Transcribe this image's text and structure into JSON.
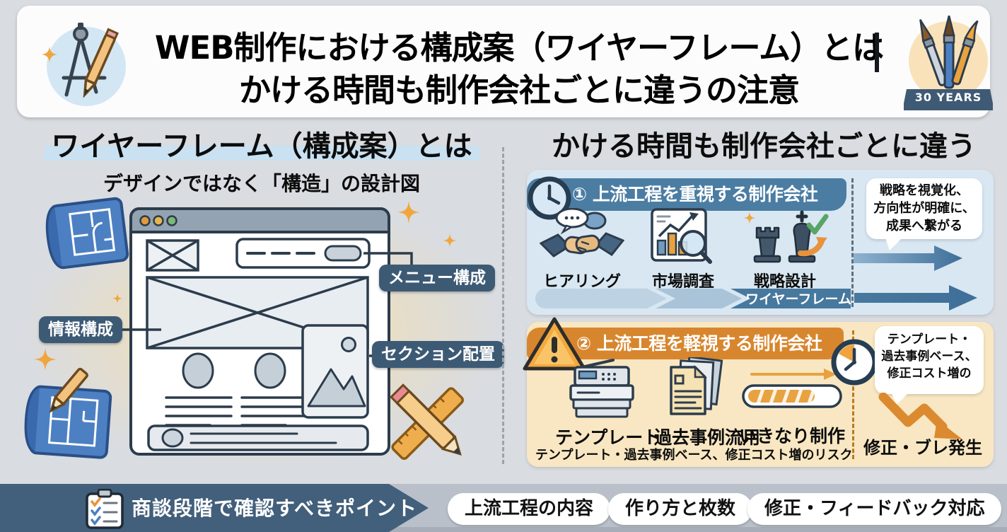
{
  "header": {
    "title_line1": "WEB制作における構成案（ワイヤーフレーム）とは",
    "title_line2": "かける時間も制作会社ごとに違うの注意",
    "badge": "30 YEARS"
  },
  "left_panel": {
    "heading": "ワイヤーフレーム（構成案）とは",
    "subheading": "デザインではなく「構造」の設計図",
    "callouts": {
      "info": "情報構成",
      "menu": "メニュー構成",
      "section": "セクション配置"
    }
  },
  "right_panel": {
    "heading": "かける時間も制作会社ごとに違う",
    "section1": {
      "banner": "① 上流工程を重視する制作会社",
      "items": [
        "ヒアリング",
        "市場調査",
        "戦略設計"
      ],
      "bar_label": "ワイヤーフレーム",
      "note_lines": [
        "戦略を視覚化、",
        "方向性が明確に、",
        "成果へ繋がる"
      ]
    },
    "section2": {
      "banner": "② 上流工程を軽視する制作会社",
      "items": [
        "テンプレート",
        "過去事例流用",
        "いきなり制作"
      ],
      "caption": "テンプレート・過去事例ベース、修正コスト増のリスク",
      "note_lines": [
        "テンプレート・",
        "過去事例ベース、",
        "修正コスト増の"
      ],
      "result": "修正・ブレ発生"
    }
  },
  "footer": {
    "title": "商談段階で確認すべきポイント",
    "pills": [
      "上流工程の内容",
      "作り方と枚数",
      "修正・フィードバック対応"
    ]
  },
  "colors": {
    "accent_blue": "#4b7da3",
    "accent_orange": "#d8862e",
    "footer_dark": "#425f7b",
    "card_blue_bg": "#d8e7f2",
    "card_orange_bg": "#f8e7c2",
    "callout_pill": "#3d5a75",
    "heading_highlight": "#c9e1f1"
  }
}
